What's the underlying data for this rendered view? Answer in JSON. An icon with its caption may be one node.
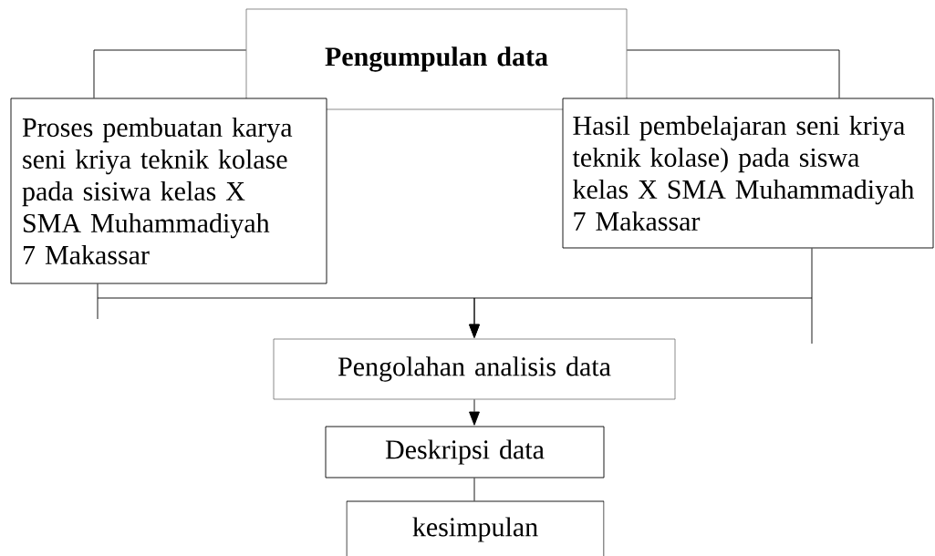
{
  "diagram": {
    "nodes": [
      {
        "text": [
          "Pengumpulan data"
        ]
      },
      {
        "text": [
          "Proses pembuatan karya seni kriya teknik kolase pada sisiwa kelas X SMA Muhammadiyah 7 Makassar"
        ]
      },
      {
        "text": [
          "Hasil pembelajaran seni kriya teknik kolase)  pada siswa kelas X SMA Muhammadiyah 7 Makassar"
        ]
      },
      {
        "text": [
          "Pengolahan analisis data"
        ]
      },
      {
        "text": [
          "Deskripsi data"
        ]
      },
      {
        "text": [
          "kesimpulan"
        ]
      }
    ],
    "edges": [
      {
        "from": 0,
        "to": 1,
        "arrow": "none"
      },
      {
        "from": 0,
        "to": 2,
        "arrow": "none"
      },
      {
        "from": 1,
        "to": 3,
        "arrow": "to"
      },
      {
        "from": 2,
        "to": 3,
        "arrow": "to"
      },
      {
        "from": 3,
        "to": 4,
        "arrow": "to"
      },
      {
        "from": 4,
        "to": 5,
        "arrow": "none"
      }
    ]
  }
}
